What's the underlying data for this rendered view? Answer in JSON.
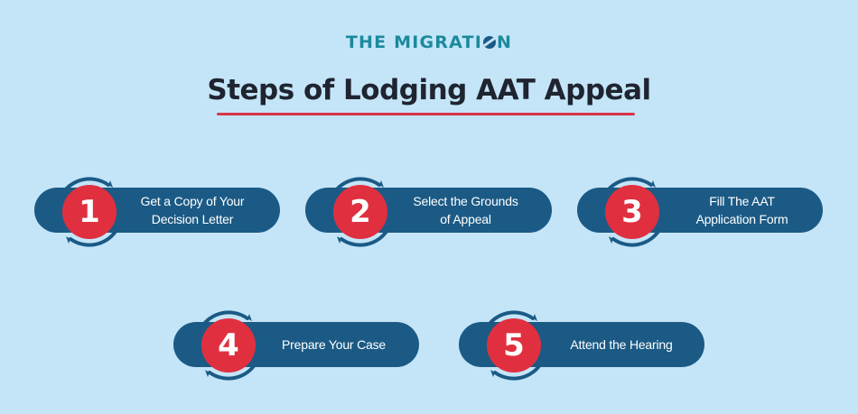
{
  "brand": {
    "name_part1": "THE MIGRATI",
    "name_part2": "N",
    "logo_icon": "globe-o-icon"
  },
  "title": "Steps of Lodging AAT Appeal",
  "colors": {
    "background": "#c4e5f8",
    "brand_teal": "#1b8a9c",
    "pill_blue": "#1b5a85",
    "badge_red": "#e0303f",
    "underline_red": "#d8344a",
    "title_dark": "#1f2430"
  },
  "steps": [
    {
      "number": "1",
      "line1": "Get a Copy of Your",
      "line2": "Decision Letter"
    },
    {
      "number": "2",
      "line1": "Select the Grounds",
      "line2": "of Appeal"
    },
    {
      "number": "3",
      "line1": "Fill The AAT",
      "line2": "Application Form"
    },
    {
      "number": "4",
      "line1": "Prepare Your Case",
      "line2": ""
    },
    {
      "number": "5",
      "line1": "Attend the Hearing",
      "line2": ""
    }
  ]
}
